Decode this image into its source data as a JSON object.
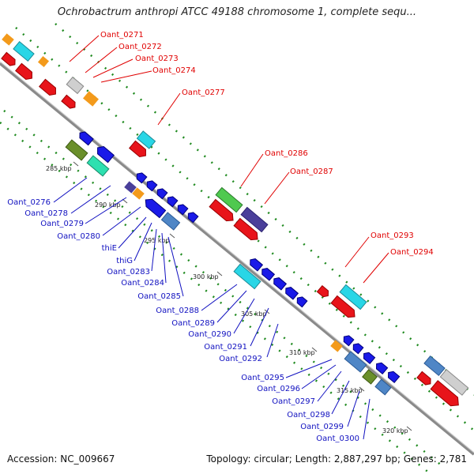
{
  "title": "Ochrobactrum anthropi ATCC 49188 chromosome 1, complete sequ...",
  "footer": {
    "accession": "Accession: NC_009667",
    "topology": "Topology: circular; Length: 2,887,297 bp; Genes: 2,781"
  },
  "scale_labels": [
    "285 kbp",
    "290 kbp",
    "295 kbp",
    "300 kbp",
    "305 kbp",
    "310 kbp",
    "315 kbp",
    "320 kbp"
  ],
  "forward_genes": [
    "Oant_0271",
    "Oant_0272",
    "Oant_0273",
    "Oant_0274",
    "Oant_0277",
    "Oant_0286",
    "Oant_0287",
    "Oant_0293",
    "Oant_0294"
  ],
  "reverse_genes": [
    "Oant_0276",
    "Oant_0278",
    "Oant_0279",
    "Oant_0280",
    "thiE",
    "thiG",
    "Oant_0283",
    "Oant_0284",
    "Oant_0285",
    "Oant_0288",
    "Oant_0289",
    "Oant_0290",
    "Oant_0291",
    "Oant_0292",
    "Oant_0295",
    "Oant_0296",
    "Oant_0297",
    "Oant_0298",
    "Oant_0299",
    "Oant_0300"
  ],
  "colors": {
    "forward_label": "#e00000",
    "reverse_label": "#1010c0",
    "forward_cds": "#e8141a",
    "reverse_cds": "#1a1ae8",
    "backbone": "#8a8a8a",
    "gc_ticks": "#1f8a1f"
  }
}
